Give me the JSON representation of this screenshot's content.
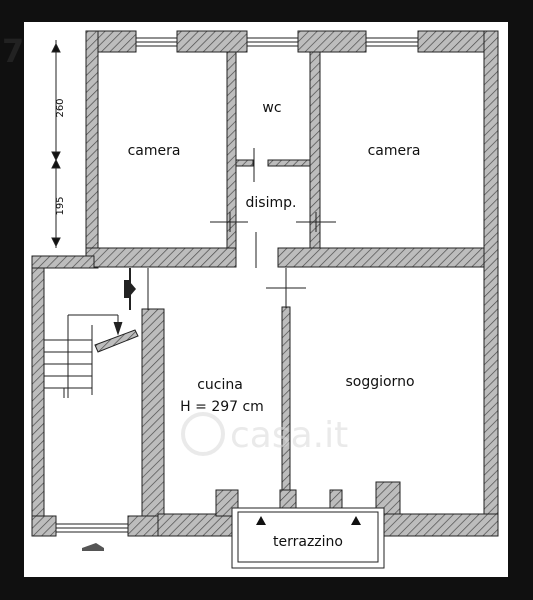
{
  "floorplan": {
    "rooms": {
      "camera_left": "camera",
      "wc": "wc",
      "camera_right": "camera",
      "disimp": "disimp.",
      "cucina": "cucina",
      "cucina_height": "H = 297 cm",
      "soggiorno": "soggiorno",
      "terrazzino": "terrazzino"
    },
    "dimensions": {
      "upper": "260",
      "lower": "195"
    },
    "edge_glyph": "7",
    "watermark": "casa.it"
  }
}
